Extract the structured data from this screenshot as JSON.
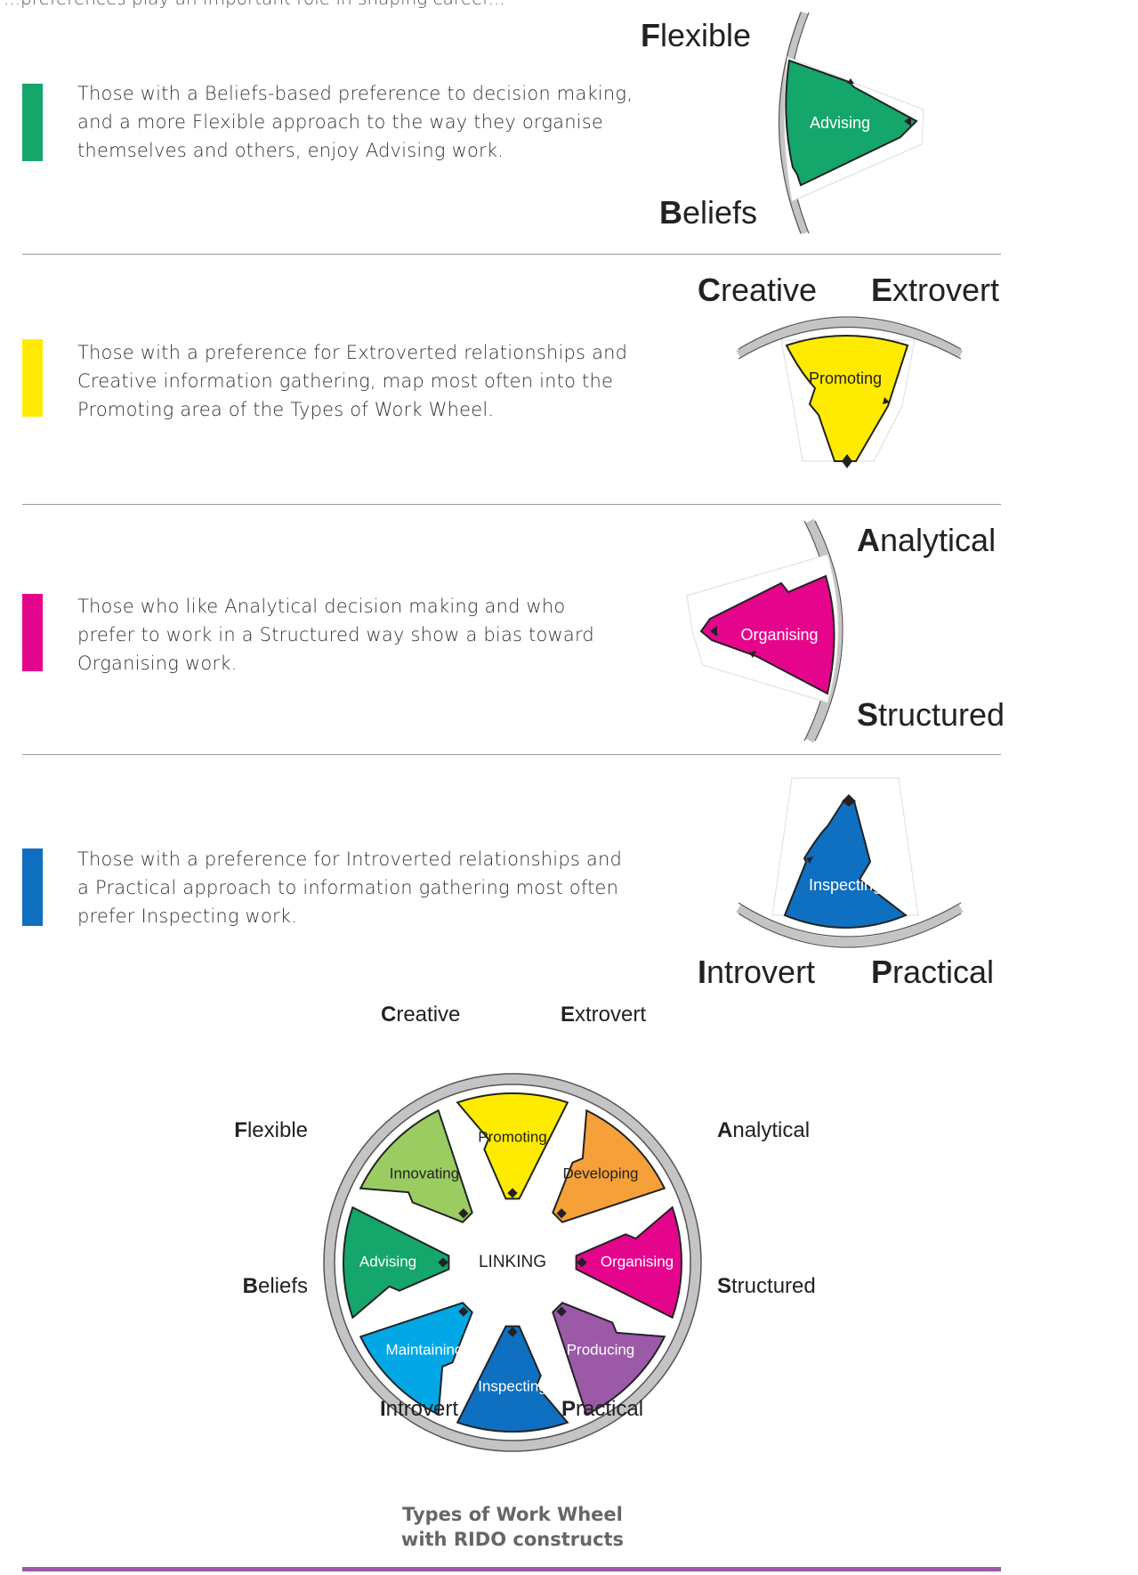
{
  "top_fragment": "...preferences play an important role in shaping career...",
  "sections": [
    {
      "id": "advising",
      "text_lines": [
        "Those with a Beliefs-based preference to decision making,",
        "and a more Flexible approach to the way they organise",
        "themselves and others, enjoy Advising work."
      ],
      "color": "#14a66b",
      "segment_label": "Advising",
      "constructs": [
        {
          "initial": "F",
          "rest": "lexible"
        },
        {
          "initial": "B",
          "rest": "eliefs"
        }
      ]
    },
    {
      "id": "promoting",
      "text_lines": [
        "Those with a preference for Extroverted relationships and",
        "Creative information gathering, map most often into the",
        "Promoting area of the Types of Work Wheel."
      ],
      "color": "#ffeb00",
      "segment_label": "Promoting",
      "constructs": [
        {
          "initial": "C",
          "rest": "reative"
        },
        {
          "initial": "E",
          "rest": "xtrovert"
        }
      ]
    },
    {
      "id": "organising",
      "text_lines": [
        "Those who like Analytical decision making and who",
        "prefer to work in a Structured way show a bias toward",
        "Organising work."
      ],
      "color": "#e5058c",
      "segment_label": "Organising",
      "constructs": [
        {
          "initial": "A",
          "rest": "nalytical"
        },
        {
          "initial": "S",
          "rest": "tructured"
        }
      ]
    },
    {
      "id": "inspecting",
      "text_lines": [
        "Those with a preference for Introverted relationships and",
        "a Practical approach to information gathering most often",
        "prefer Inspecting work."
      ],
      "color": "#0f6fc0",
      "segment_label": "Inspecting",
      "constructs": [
        {
          "initial": "I",
          "rest": "ntrovert"
        },
        {
          "initial": "P",
          "rest": "ractical"
        }
      ]
    }
  ],
  "wheel": {
    "center_label": "LINKING",
    "segments": [
      {
        "label": "Promoting",
        "color": "#ffeb00",
        "text_color": "#222222"
      },
      {
        "label": "Developing",
        "color": "#f6a03a",
        "text_color": "#222222"
      },
      {
        "label": "Organising",
        "color": "#e5058c",
        "text_color": "#ffffff"
      },
      {
        "label": "Producing",
        "color": "#9b59a7",
        "text_color": "#ffffff"
      },
      {
        "label": "Inspecting",
        "color": "#0f6fc0",
        "text_color": "#ffffff"
      },
      {
        "label": "Maintaining",
        "color": "#02a8e6",
        "text_color": "#ffffff"
      },
      {
        "label": "Advising",
        "color": "#14a66b",
        "text_color": "#ffffff"
      },
      {
        "label": "Innovating",
        "color": "#9acc62",
        "text_color": "#222222"
      }
    ],
    "constructs": [
      {
        "initial": "C",
        "rest": "reative"
      },
      {
        "initial": "E",
        "rest": "xtrovert"
      },
      {
        "initial": "A",
        "rest": "nalytical"
      },
      {
        "initial": "S",
        "rest": "tructured"
      },
      {
        "initial": "P",
        "rest": "ractical"
      },
      {
        "initial": "I",
        "rest": "ntrovert"
      },
      {
        "initial": "B",
        "rest": "eliefs"
      },
      {
        "initial": "F",
        "rest": "lexible"
      }
    ],
    "caption_lines": [
      "Types of Work Wheel",
      "with RIDO constructs"
    ]
  },
  "colors": {
    "divider": "#9a9a9a",
    "rim": "#c4c4c4",
    "bottom_rule": "#9b59a7"
  }
}
